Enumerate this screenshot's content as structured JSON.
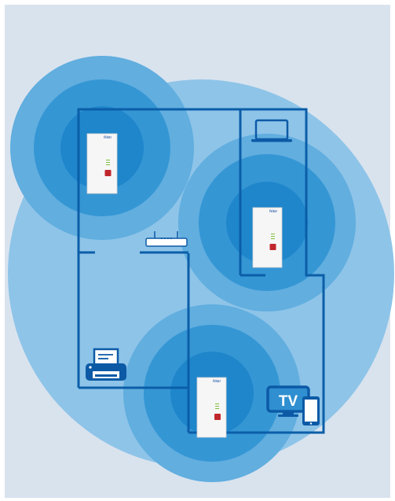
{
  "colors": {
    "background": "#d9e3ee",
    "coverage_outer": "#61aedf",
    "coverage_mid": "#3596d4",
    "coverage_inner": "#1f86cb",
    "big_area": "#8ec4e8",
    "walls": "#0b5ea8",
    "icons": "#0c5aa6",
    "device_body": "#f6f6f6",
    "device_button": "#c0272d"
  },
  "devices": [
    {
      "brand": "fritz!",
      "icon": "powerline-wifi-adapter"
    },
    {
      "brand": "fritz!",
      "icon": "powerline-wifi-adapter"
    },
    {
      "brand": "fritz!",
      "icon": "powerline-wifi-adapter"
    }
  ],
  "icons": {
    "laptop": "laptop-icon",
    "router": "router-icon",
    "printer": "printer-icon",
    "tv": "tv-icon",
    "tablet": "tablet-icon"
  },
  "tv_label": "TV"
}
